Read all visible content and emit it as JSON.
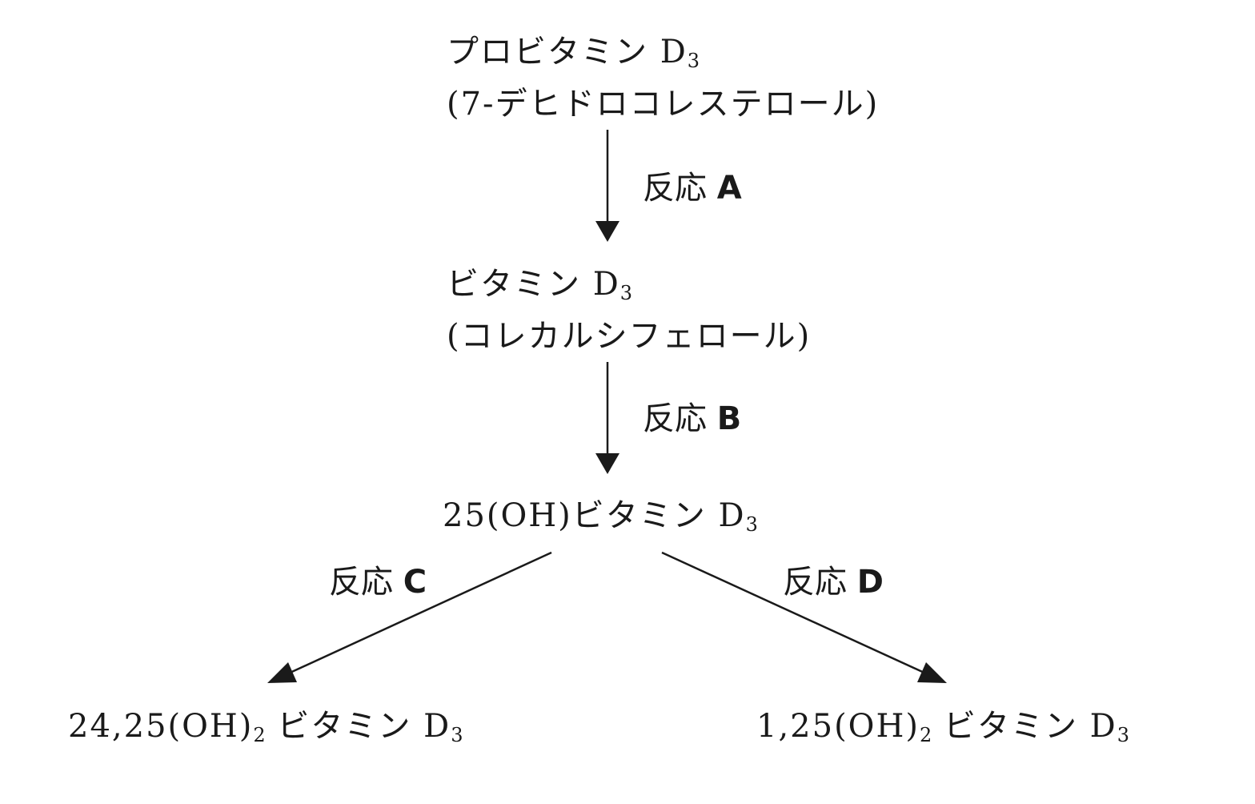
{
  "nodes": {
    "provitamin": {
      "name": "プロビタミン D",
      "sub": "3",
      "alias": "(7-デヒドロコレステロール)"
    },
    "vitamin_d3": {
      "name": "ビタミン D",
      "sub": "3",
      "alias": "(コレカルシフェロール)"
    },
    "oh25": {
      "name": "25(OH)ビタミン D",
      "sub": "3"
    },
    "oh2425": {
      "prefix": "24,25(OH)",
      "prefix_sub": "2",
      "name": " ビタミン D",
      "sub": "3"
    },
    "oh125": {
      "prefix": "1,25(OH)",
      "prefix_sub": "2",
      "name": " ビタミン D",
      "sub": "3"
    }
  },
  "reactions": {
    "a": {
      "prefix": "反応 ",
      "letter": "A"
    },
    "b": {
      "prefix": "反応 ",
      "letter": "B"
    },
    "c": {
      "prefix": "反応 ",
      "letter": "C"
    },
    "d": {
      "prefix": "反応 ",
      "letter": "D"
    }
  }
}
